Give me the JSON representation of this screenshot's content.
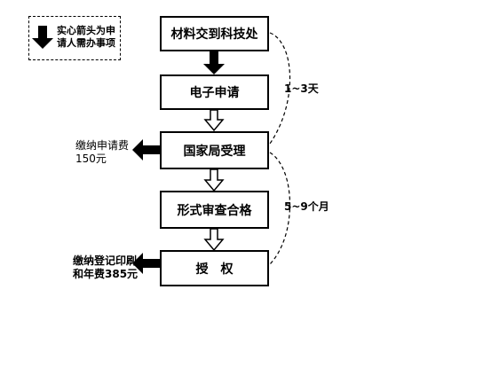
{
  "legend": {
    "lines": [
      "实心箭头为申",
      "请人需办事项"
    ]
  },
  "steps": [
    {
      "label": "材料交到科技处"
    },
    {
      "label": "电子申请"
    },
    {
      "label": "国家局受理"
    },
    {
      "label": "形式审查合格"
    },
    {
      "label": "授　权"
    }
  ],
  "fees": [
    {
      "lines": [
        "缴纳申请费",
        "150元"
      ]
    },
    {
      "lines": [
        "缴纳登记印刷",
        "和年费385元"
      ]
    }
  ],
  "durations": [
    {
      "label": "1~3天"
    },
    {
      "label": "5~9个月"
    }
  ]
}
